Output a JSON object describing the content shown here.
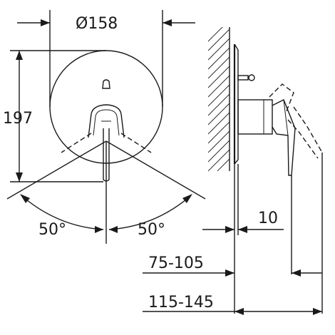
{
  "dimensions": {
    "diameter": "Ø158",
    "height": "197",
    "angle_left": "50°",
    "angle_right": "50°",
    "depth_offset": "10",
    "range_inner": "75-105",
    "range_outer": "115-145"
  }
}
